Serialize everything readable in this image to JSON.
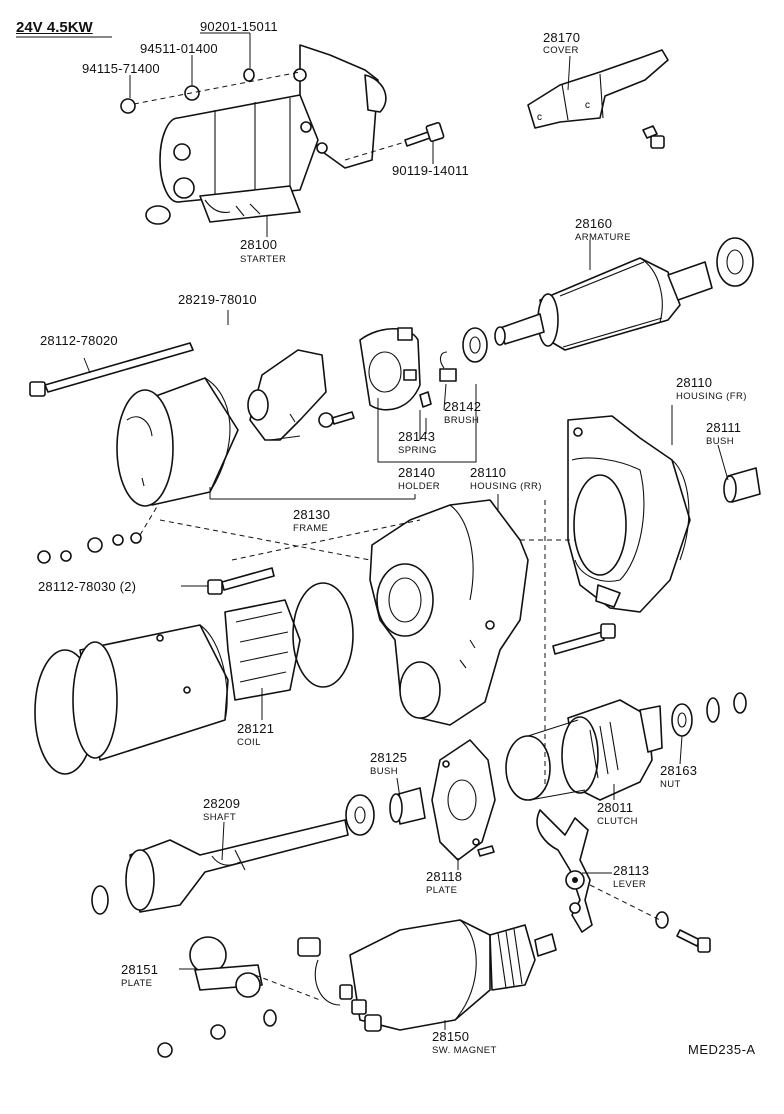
{
  "header": {
    "title": "24V 4.5KW"
  },
  "footer": {
    "code": "MED235-A"
  },
  "parts": {
    "p90201": {
      "number": "90201-15011"
    },
    "p94511": {
      "number": "94511-01400"
    },
    "p94115": {
      "number": "94115-71400"
    },
    "p90119": {
      "number": "90119-14011"
    },
    "p28100": {
      "number": "28100",
      "name": "STARTER"
    },
    "p28170": {
      "number": "28170",
      "name": "COVER"
    },
    "p28160": {
      "number": "28160",
      "name": "ARMATURE"
    },
    "p28219": {
      "number": "28219-78010"
    },
    "p28112a": {
      "number": "28112-78020"
    },
    "p28142": {
      "number": "28142",
      "name": "BRUSH"
    },
    "p28143": {
      "number": "28143",
      "name": "SPRING"
    },
    "p28110fr": {
      "number": "28110",
      "name": "HOUSING (FR)"
    },
    "p28111": {
      "number": "28111",
      "name": "BUSH"
    },
    "p28140": {
      "number": "28140",
      "name": "HOLDER"
    },
    "p28110rr": {
      "number": "28110",
      "name": "HOUSING (RR)"
    },
    "p28130": {
      "number": "28130",
      "name": "FRAME"
    },
    "p28112b": {
      "number": "28112-78030 (2)"
    },
    "p28121": {
      "number": "28121",
      "name": "COIL"
    },
    "p28125": {
      "number": "28125",
      "name": "BUSH"
    },
    "p28163": {
      "number": "28163",
      "name": "NUT"
    },
    "p28011": {
      "number": "28011",
      "name": "CLUTCH"
    },
    "p28209": {
      "number": "28209",
      "name": "SHAFT"
    },
    "p28118": {
      "number": "28118",
      "name": "PLATE"
    },
    "p28113": {
      "number": "28113",
      "name": "LEVER"
    },
    "p28151": {
      "number": "28151",
      "name": "PLATE"
    },
    "p28150": {
      "number": "28150",
      "name": "SW. MAGNET"
    }
  }
}
